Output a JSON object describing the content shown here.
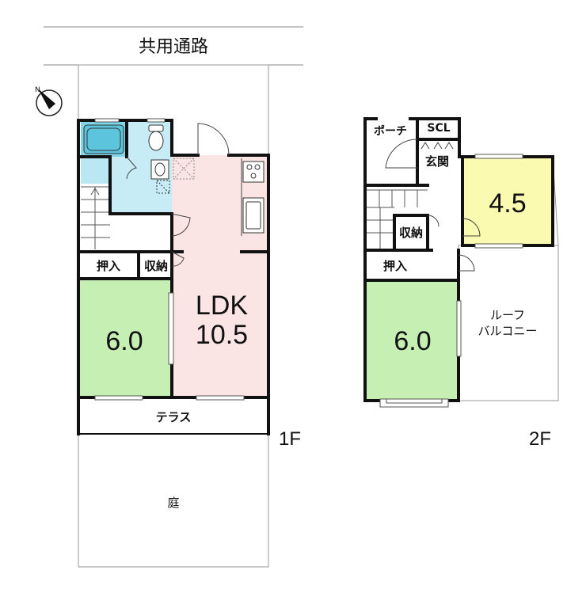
{
  "top_label": "共用通路",
  "floor1": {
    "label": "1F",
    "rooms": {
      "ldk_line1": "LDK",
      "ldk_line2": "10.5",
      "western": "6.0",
      "oshiire": "押入",
      "shuno": "収納",
      "terrace": "テラス",
      "garden": "庭"
    }
  },
  "floor2": {
    "label": "2F",
    "rooms": {
      "porch": "ポーチ",
      "scl": "SCL",
      "entrance": "玄関",
      "room45": "4.5",
      "shuno": "収納",
      "oshiire": "押入",
      "room60": "6.0",
      "roof_line1": "ルーフ",
      "roof_line2": "バルコニー"
    }
  },
  "colors": {
    "wall": "#111111",
    "ldk": "#fbe4e4",
    "western_room": "#c6efb4",
    "room45": "#fafab0",
    "bath": "#7fd6ea",
    "wash": "#c8ecf6",
    "outline": "#777777"
  },
  "icons": [
    "compass-icon",
    "toilet-icon",
    "bathtub-icon",
    "sink-icon",
    "stove-icon",
    "kitchen-sink-icon"
  ]
}
